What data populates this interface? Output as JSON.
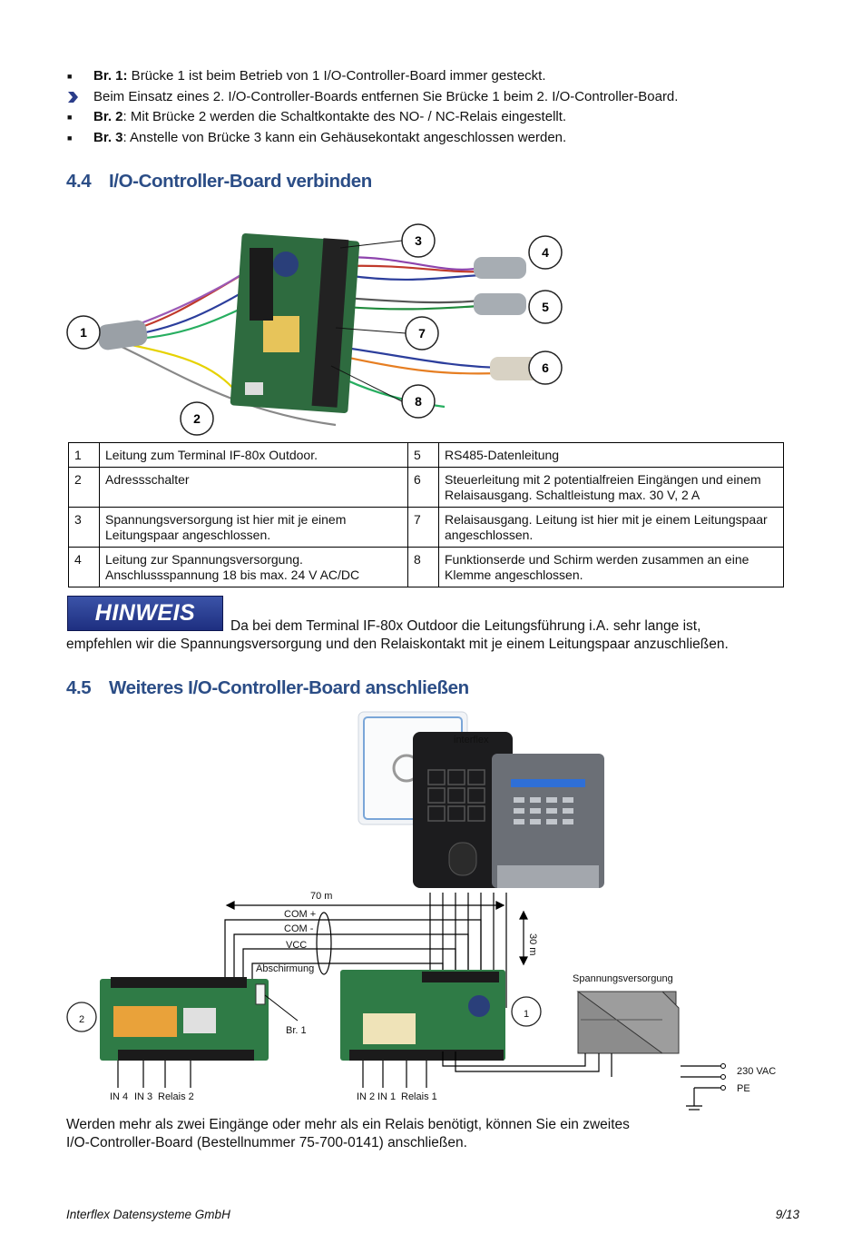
{
  "bullets": [
    {
      "marker": "square",
      "bold": "Br. 1:",
      "text": " Brücke 1 ist beim Betrieb von 1 I/O-Controller-Board immer gesteckt."
    },
    {
      "marker": "arrow",
      "bold": "",
      "text": "Beim Einsatz eines 2. I/O-Controller-Boards entfernen Sie Brücke 1 beim 2. I/O-Controller-Board."
    },
    {
      "marker": "square",
      "bold": "Br. 2",
      "text": ": Mit Brücke 2 werden die Schaltkontakte des NO- / NC-Relais eingestellt."
    },
    {
      "marker": "square",
      "bold": "Br. 3",
      "text": ": Anstelle von Brücke 3 kann ein Gehäusekontakt angeschlossen werden."
    }
  ],
  "section_44": {
    "number": "4.4",
    "title": "I/O-Controller-Board verbinden"
  },
  "figure1": {
    "callouts": [
      "1",
      "2",
      "3",
      "4",
      "5",
      "6",
      "7",
      "8"
    ]
  },
  "legend_rows": [
    {
      "n1": "1",
      "t1": "Leitung zum Terminal IF-80x Outdoor.",
      "n2": "5",
      "t2": "RS485-Datenleitung"
    },
    {
      "n1": "2",
      "t1": "Adressschalter",
      "n2": "6",
      "t2": "Steuerleitung mit 2 potentialfreien Eingängen und einem Relaisausgang. Schaltleistung max. 30 V, 2 A"
    },
    {
      "n1": "3",
      "t1": "Spannungsversorgung ist hier mit je einem Leitungspaar angeschlossen.",
      "n2": "7",
      "t2": "Relaisausgang. Leitung ist hier mit je einem Leitungspaar angeschlossen."
    },
    {
      "n1": "4",
      "t1": "Leitung zur Spannungsversorgung. Anschlussspannung 18 bis max. 24 V AC/DC",
      "n2": "8",
      "t2": "Funktionserde und Schirm werden zusammen an eine Klemme angeschlossen."
    }
  ],
  "hinweis": {
    "badge": "HINWEIS",
    "line1": "Da bei dem Terminal IF-80x Outdoor die Leitungsführung i.A. sehr lange ist,",
    "line2": "empfehlen wir die Spannungsversorgung und den Relaiskontakt mit je einem Leitungspaar anzuschließen."
  },
  "section_45": {
    "number": "4.5",
    "title": "Weiteres I/O-Controller-Board anschließen"
  },
  "figure2": {
    "dist_70": "70 m",
    "com_plus": "COM +",
    "com_minus": "COM -",
    "vcc": "VCC",
    "shield": "Abschirmung",
    "dist_30": "30 m",
    "bridge": "Br. 1",
    "power": "Spannungsversorgung",
    "vac": "230 VAC",
    "pe": "PE",
    "label_in4": "IN 4",
    "label_in3": "IN 3",
    "label_relais2": "Relais 2",
    "label_in2": "IN 2",
    "label_in1": "IN 1",
    "label_relais1": "Relais 1",
    "board2_callout": "2",
    "board1_callout": "1",
    "brand": "interflex"
  },
  "paragraph": {
    "line1": "Werden mehr als zwei Eingänge oder mehr als ein Relais benötigt, können Sie ein zweites",
    "line2": "I/O-Controller-Board (Bestellnummer 75-700-0141) anschließen."
  },
  "footer": {
    "company": "Interflex Datensysteme GmbH",
    "page": "9/13"
  }
}
